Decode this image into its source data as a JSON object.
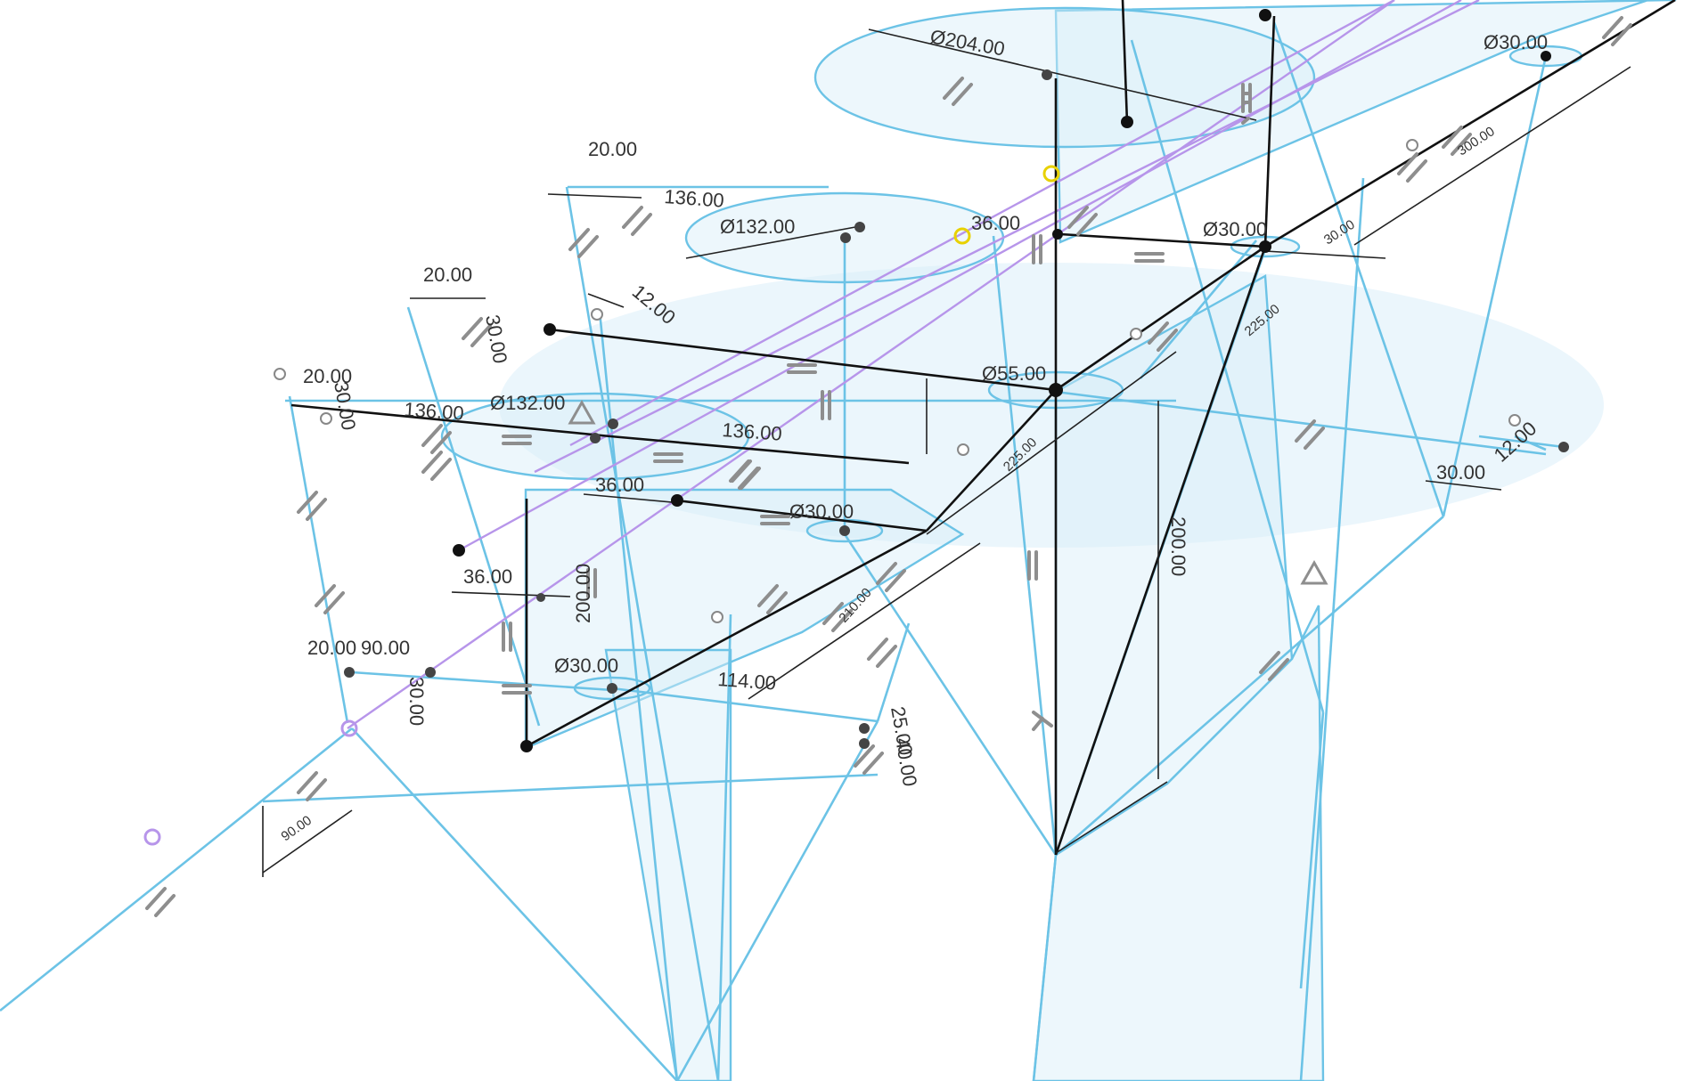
{
  "app": {
    "title": "",
    "background": "#ffffff"
  },
  "colors": {
    "construction": "#6cc3e6",
    "profile_fill": "#d8eef9",
    "sketch_line": "#111111",
    "projected": "#b795ea",
    "constraint_glyph": "#8e8e8e",
    "selection_point": "#e8d100",
    "dimension_text": "#333333"
  },
  "dimensions": [
    {
      "id": "d1",
      "text": "Ø204.00"
    },
    {
      "id": "d2",
      "text": "Ø30.00"
    },
    {
      "id": "d3",
      "text": "20.00"
    },
    {
      "id": "d4",
      "text": "136.00"
    },
    {
      "id": "d5",
      "text": "Ø132.00"
    },
    {
      "id": "d6",
      "text": "36.00"
    },
    {
      "id": "d7",
      "text": "Ø30.00"
    },
    {
      "id": "d8",
      "text": "300.00"
    },
    {
      "id": "d9",
      "text": "30.00"
    },
    {
      "id": "d10",
      "text": "12.00"
    },
    {
      "id": "d11",
      "text": "20.00"
    },
    {
      "id": "d12",
      "text": "30.00"
    },
    {
      "id": "d13",
      "text": "225.00"
    },
    {
      "id": "d14",
      "text": "Ø55.00"
    },
    {
      "id": "d15",
      "text": "136.00"
    },
    {
      "id": "d16",
      "text": "Ø132.00"
    },
    {
      "id": "d17",
      "text": "136.00"
    },
    {
      "id": "d18",
      "text": "225.00"
    },
    {
      "id": "d19",
      "text": "36.00"
    },
    {
      "id": "d20",
      "text": "Ø30.00"
    },
    {
      "id": "d21",
      "text": "30.00"
    },
    {
      "id": "d22",
      "text": "12.00"
    },
    {
      "id": "d23",
      "text": "200.00"
    },
    {
      "id": "d24",
      "text": "36.00"
    },
    {
      "id": "d25",
      "text": "200.00"
    },
    {
      "id": "d26",
      "text": "210.00"
    },
    {
      "id": "d27",
      "text": "Ø30.00"
    },
    {
      "id": "d28",
      "text": "114.00"
    },
    {
      "id": "d29",
      "text": "90.00"
    },
    {
      "id": "d30",
      "text": "30.00"
    },
    {
      "id": "d31",
      "text": "20.00"
    },
    {
      "id": "d32",
      "text": "30.00"
    },
    {
      "id": "d33",
      "text": "20.00"
    },
    {
      "id": "d34",
      "text": "90.00"
    },
    {
      "id": "d35",
      "text": "25.00"
    },
    {
      "id": "d36",
      "text": "40.00"
    }
  ]
}
